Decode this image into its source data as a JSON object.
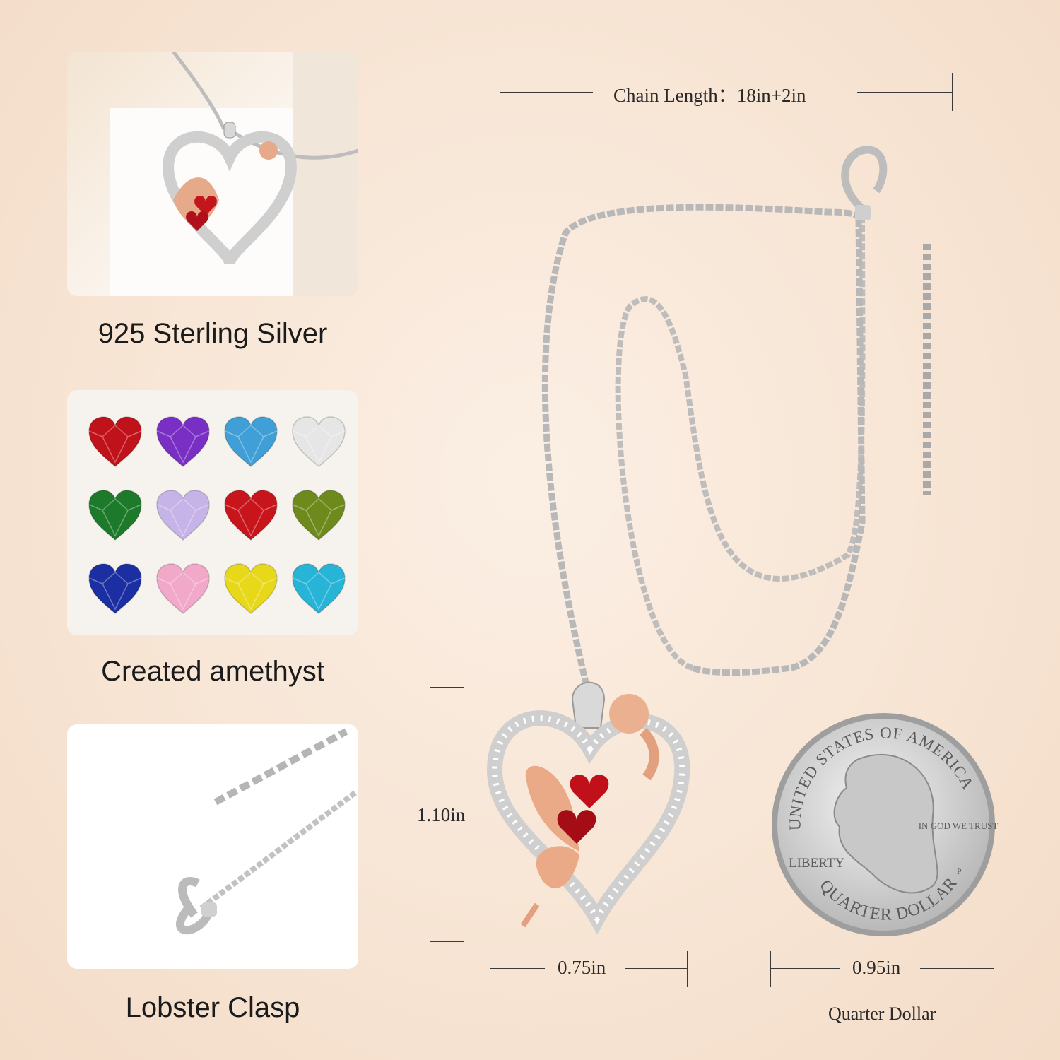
{
  "captions": {
    "silver": "925 Sterling Silver",
    "stone": "Created amethyst",
    "clasp": "Lobster Clasp"
  },
  "dimensions": {
    "chain_length_label": "Chain Length：",
    "chain_length_value": "18in+2in",
    "pendant_height": "1.10in",
    "pendant_width": "0.75in",
    "coin_width": "0.95in",
    "coin_label": "Quarter Dollar"
  },
  "coin": {
    "top_text": "UNITED STATES OF AMERICA",
    "motto": "IN GOD WE TRUST",
    "liberty": "LIBERTY",
    "mint": "P",
    "bottom_text": "QUARTER DOLLAR"
  },
  "birthstones": [
    {
      "name": "garnet",
      "color": "#c0121a"
    },
    {
      "name": "amethyst",
      "color": "#7a2fc4"
    },
    {
      "name": "aquamarine",
      "color": "#3f9fd6"
    },
    {
      "name": "diamond",
      "color": "#e6e6e6"
    },
    {
      "name": "emerald",
      "color": "#1d7a2a"
    },
    {
      "name": "alexandrite",
      "color": "#c6b3e8"
    },
    {
      "name": "ruby",
      "color": "#c8151c"
    },
    {
      "name": "peridot",
      "color": "#6f8a1c"
    },
    {
      "name": "sapphire",
      "color": "#1b2fa3"
    },
    {
      "name": "tourmaline",
      "color": "#f2a8c8"
    },
    {
      "name": "citrine",
      "color": "#e8d81a"
    },
    {
      "name": "blue-topaz",
      "color": "#27b4d6"
    }
  ]
}
